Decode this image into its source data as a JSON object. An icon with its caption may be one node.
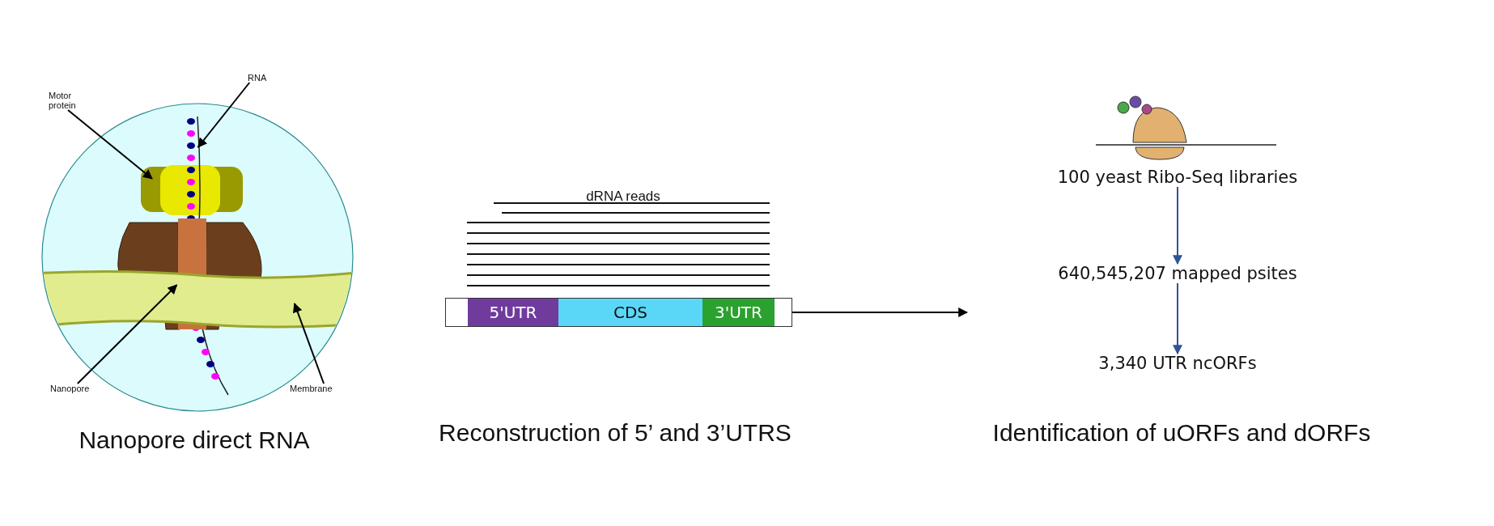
{
  "diagram": {
    "nodes": [
      {
        "text": [
          "Motor protein"
        ]
      },
      {
        "text": [],
        "shape": "picture"
      },
      {
        "text": [
          "RNA"
        ]
      },
      {
        "text": [],
        "shape": "picture"
      },
      {
        "text": [
          "Nanopore"
        ]
      },
      {
        "text": [],
        "shape": "picture"
      },
      {
        "text": [
          "Membrane"
        ]
      },
      {
        "text": [],
        "shape": "band"
      },
      {
        "text": [],
        "shape": "bar"
      },
      {
        "text": [
          "5'UTR"
        ],
        "in": 8
      },
      {
        "text": [
          "CDS"
        ],
        "in": 8
      },
      {
        "text": [
          "3'UTR"
        ],
        "in": 8
      },
      {
        "text": [
          "100 yeast Ribo-Seq libraries"
        ]
      },
      {
        "text": [
          "640,545,207 mapped psites"
        ]
      },
      {
        "text": [
          "3,340 UTR ncORFs"
        ]
      }
    ],
    "edges": [
      {
        "from": 0,
        "to": 1,
        "arrow": "to"
      },
      {
        "from": 2,
        "to": 3,
        "arrow": "to"
      },
      {
        "from": 4,
        "to": 5,
        "arrow": "to"
      },
      {
        "from": 6,
        "to": 7,
        "arrow": "to"
      },
      {
        "from": 8,
        "to": null,
        "arrow": "to"
      },
      {
        "from": 12,
        "to": 13,
        "arrow": "to",
        "color": "#2f5597"
      },
      {
        "from": 13,
        "to": 14,
        "arrow": "to",
        "color": "#2f5597"
      }
    ],
    "labels": [
      "dRNA reads",
      "Nanopore direct RNA",
      "Reconstruction of 5’ and 3’UTRS",
      "Identification of uORFs and dORFs"
    ]
  }
}
